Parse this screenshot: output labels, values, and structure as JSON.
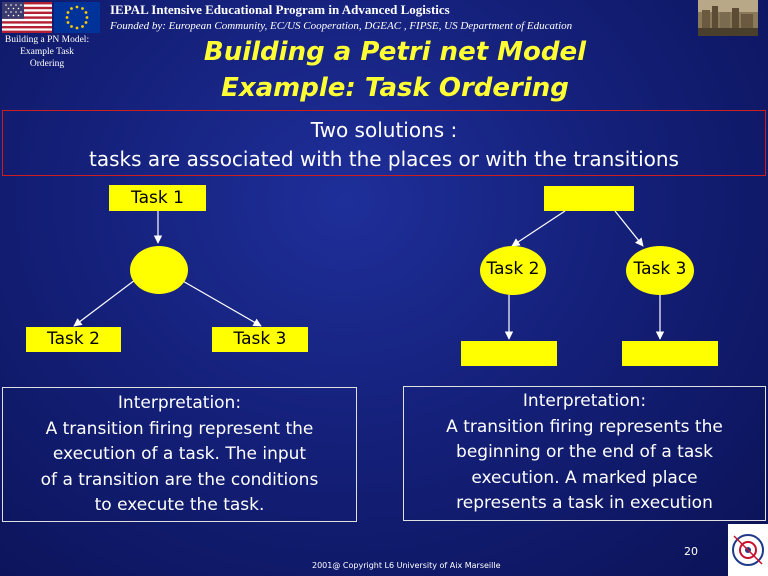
{
  "header": {
    "program_title": "IEPAL Intensive Educational Program in Advanced Logistics",
    "founded_by": "Founded by: European Community, EC/US Cooperation, DGEAC , FIPSE, US Department of Education"
  },
  "side_label": "Building a PN Model: Example Task Ordering",
  "title": {
    "line1": "Building a Petri net Model",
    "line2": "Example: Task Ordering"
  },
  "intro": {
    "line1": "Two solutions :",
    "line2": "tasks are associated with the places or with the transitions"
  },
  "left_diagram": {
    "top_transition": "Task 1",
    "left_transition": "Task 2",
    "right_transition": "Task 3"
  },
  "right_diagram": {
    "left_place": "Task 2",
    "right_place": "Task 3"
  },
  "left_interpretation": {
    "line1": "Interpretation:",
    "line2": "A transition firing  represent the",
    "line3": "execution of a task. The input",
    "line4": "of a transition are the conditions",
    "line5": "to execute the task."
  },
  "right_interpretation": {
    "line1": "Interpretation:",
    "line2": "A transition firing  represents the",
    "line3": "beginning or the end of a task",
    "line4": "execution. A marked place",
    "line5": "represents a task in execution"
  },
  "footer": {
    "copyright": "2001@ Copyright  L6 University of Aix Marseille",
    "page_number": "20"
  },
  "colors": {
    "background": "#142079",
    "title": "#ffff33",
    "node_fill": "#ffff00",
    "accent_border": "#cc1e1e"
  }
}
